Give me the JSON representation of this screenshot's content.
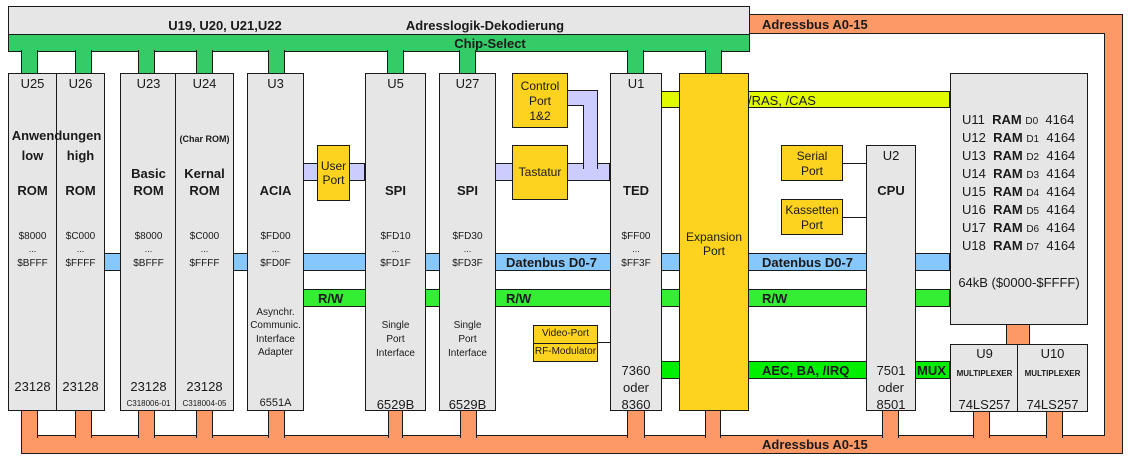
{
  "title": "Adresslogik-Dekodierung",
  "decoder_chips": "U19, U20, U21,U22",
  "buses": {
    "chip_select": "Chip-Select",
    "address_top": "Adressbus A0-15",
    "address_bottom": "Adressbus A0-15",
    "data_1": "Datenbus D0-7",
    "data_2": "Datenbus D0-7",
    "rw_1": "R/W",
    "rw_2": "R/W",
    "rw_3": "R/W",
    "ras_cas": "/RAS, /CAS",
    "aec": "AEC, BA, /IRQ",
    "mux": "MUX"
  },
  "chips": {
    "u25": {
      "id": "U25",
      "name1": "Anwendungen",
      "name2": "low",
      "type": "ROM",
      "addr_from": "$8000",
      "dots": "...",
      "addr_to": "$BFFF",
      "part": "23128"
    },
    "u26": {
      "id": "U26",
      "name2": "high",
      "type": "ROM",
      "addr_from": "$C000",
      "dots": "...",
      "addr_to": "$FFFF",
      "part": "23128"
    },
    "u23": {
      "id": "U23",
      "name1": "Basic",
      "type": "ROM",
      "addr_from": "$8000",
      "dots": "...",
      "addr_to": "$BFFF",
      "part": "23128",
      "part_no": "C318006-01"
    },
    "u24": {
      "id": "U24",
      "note": "(Char ROM)",
      "name1": "Kernal",
      "type": "ROM",
      "addr_from": "$C000",
      "dots": "...",
      "addr_to": "$FFFF",
      "part": "23128",
      "part_no": "C318004-05"
    },
    "u3": {
      "id": "U3",
      "type": "ACIA",
      "addr_from": "$FD00",
      "dots": "...",
      "addr_to": "$FD0F",
      "desc": [
        "Asynchr.",
        "Communic.",
        "Interface",
        "Adapter"
      ],
      "part": "6551A"
    },
    "u5": {
      "id": "U5",
      "type": "SPI",
      "addr_from": "$FD10",
      "dots": "...",
      "addr_to": "$FD1F",
      "desc": [
        "Single",
        "Port",
        "Interface"
      ],
      "part": "6529B"
    },
    "u27": {
      "id": "U27",
      "type": "SPI",
      "addr_from": "$FD30",
      "dots": "...",
      "addr_to": "$FD3F",
      "desc": [
        "Single",
        "Port",
        "Interface"
      ],
      "part": "6529B"
    },
    "u1": {
      "id": "U1",
      "type": "TED",
      "addr_from": "$FF00",
      "dots": "...",
      "addr_to": "$FF3F",
      "part": [
        "7360",
        "oder",
        "8360"
      ]
    },
    "u2": {
      "id": "U2",
      "type": "CPU",
      "part": [
        "7501",
        "oder",
        "8501"
      ]
    },
    "u9": {
      "id": "U9",
      "type": "MULTIPLEXER",
      "part": "74LS257"
    },
    "u10": {
      "id": "U10",
      "type": "MULTIPLEXER",
      "part": "74LS257"
    }
  },
  "ports": {
    "user": [
      "User",
      "Port"
    ],
    "control": [
      "Control",
      "Port",
      "1&2"
    ],
    "keyboard": "Tastatur",
    "video": "Video-Port",
    "rf": "RF-Modulator",
    "expansion": [
      "Expansion",
      "Port"
    ],
    "serial": [
      "Serial",
      "Port"
    ],
    "cassette": [
      "Kassetten",
      "Port"
    ]
  },
  "ram": {
    "rows": [
      {
        "chip": "U11",
        "type": "RAM",
        "bit": "D0",
        "part": "4164"
      },
      {
        "chip": "U12",
        "type": "RAM",
        "bit": "D1",
        "part": "4164"
      },
      {
        "chip": "U13",
        "type": "RAM",
        "bit": "D2",
        "part": "4164"
      },
      {
        "chip": "U14",
        "type": "RAM",
        "bit": "D3",
        "part": "4164"
      },
      {
        "chip": "U15",
        "type": "RAM",
        "bit": "D4",
        "part": "4164"
      },
      {
        "chip": "U16",
        "type": "RAM",
        "bit": "D5",
        "part": "4164"
      },
      {
        "chip": "U17",
        "type": "RAM",
        "bit": "D6",
        "part": "4164"
      },
      {
        "chip": "U18",
        "type": "RAM",
        "bit": "D7",
        "part": "4164"
      }
    ],
    "size": "64kB ($0000-$FFFF)"
  }
}
